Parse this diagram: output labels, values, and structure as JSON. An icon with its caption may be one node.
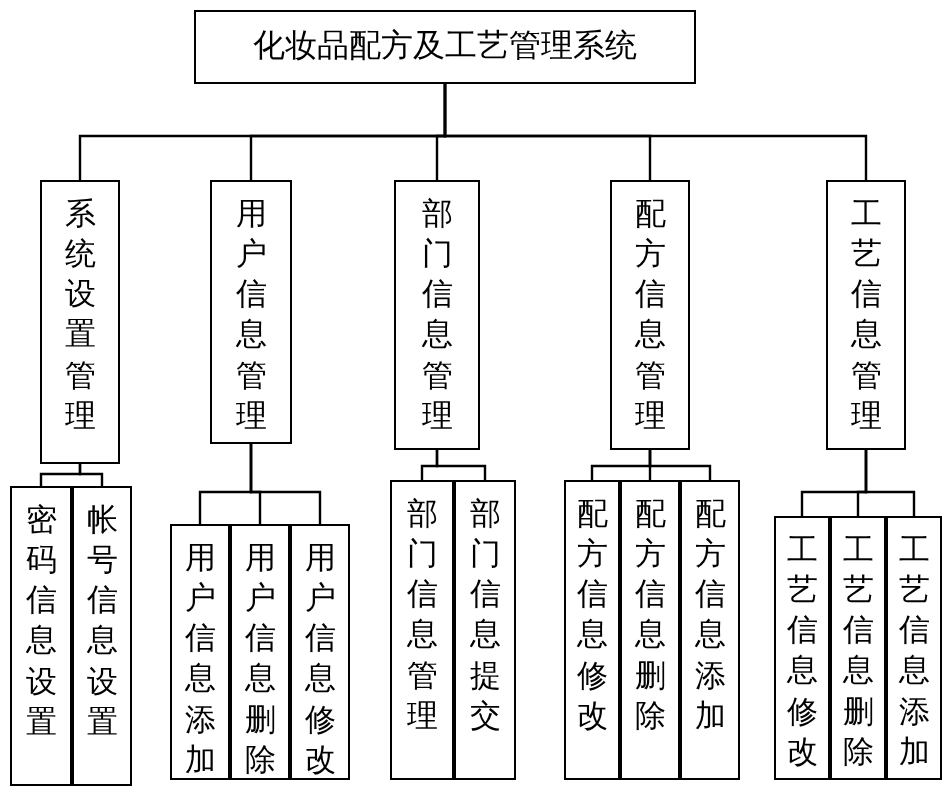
{
  "diagram": {
    "nodes": [
      {
        "text": [
          "化妆品配方及工艺管理系统"
        ]
      },
      {
        "text": [
          "系统设置管理"
        ]
      },
      {
        "text": [
          "用户信息管理"
        ]
      },
      {
        "text": [
          "部门信息管理"
        ]
      },
      {
        "text": [
          "配方信息管理"
        ]
      },
      {
        "text": [
          "工艺信息管理"
        ]
      },
      {
        "text": [
          "密码信息设置"
        ]
      },
      {
        "text": [
          "帐号信息设置"
        ]
      },
      {
        "text": [
          "用户信息添加"
        ]
      },
      {
        "text": [
          "用户信息删除"
        ]
      },
      {
        "text": [
          "用户信息修改"
        ]
      },
      {
        "text": [
          "部门信息管理"
        ]
      },
      {
        "text": [
          "部门信息提交"
        ]
      },
      {
        "text": [
          "配方信息修改"
        ]
      },
      {
        "text": [
          "配方信息删除"
        ]
      },
      {
        "text": [
          "配方信息添加"
        ]
      },
      {
        "text": [
          "工艺信息修改"
        ]
      },
      {
        "text": [
          "工艺信息删除"
        ]
      },
      {
        "text": [
          "工艺信息添加"
        ]
      }
    ],
    "edges": [
      {
        "from": 0,
        "to": 1,
        "arrow": "none"
      },
      {
        "from": 0,
        "to": 2,
        "arrow": "none"
      },
      {
        "from": 0,
        "to": 3,
        "arrow": "none"
      },
      {
        "from": 0,
        "to": 4,
        "arrow": "none"
      },
      {
        "from": 0,
        "to": 5,
        "arrow": "none"
      },
      {
        "from": 1,
        "to": 6,
        "arrow": "none"
      },
      {
        "from": 1,
        "to": 7,
        "arrow": "none"
      },
      {
        "from": 2,
        "to": 8,
        "arrow": "none"
      },
      {
        "from": 2,
        "to": 9,
        "arrow": "none"
      },
      {
        "from": 2,
        "to": 10,
        "arrow": "none"
      },
      {
        "from": 3,
        "to": 11,
        "arrow": "none"
      },
      {
        "from": 3,
        "to": 12,
        "arrow": "none"
      },
      {
        "from": 4,
        "to": 13,
        "arrow": "none"
      },
      {
        "from": 4,
        "to": 14,
        "arrow": "none"
      },
      {
        "from": 4,
        "to": 15,
        "arrow": "none"
      },
      {
        "from": 5,
        "to": 16,
        "arrow": "none"
      },
      {
        "from": 5,
        "to": 17,
        "arrow": "none"
      },
      {
        "from": 5,
        "to": 18,
        "arrow": "none"
      }
    ]
  }
}
